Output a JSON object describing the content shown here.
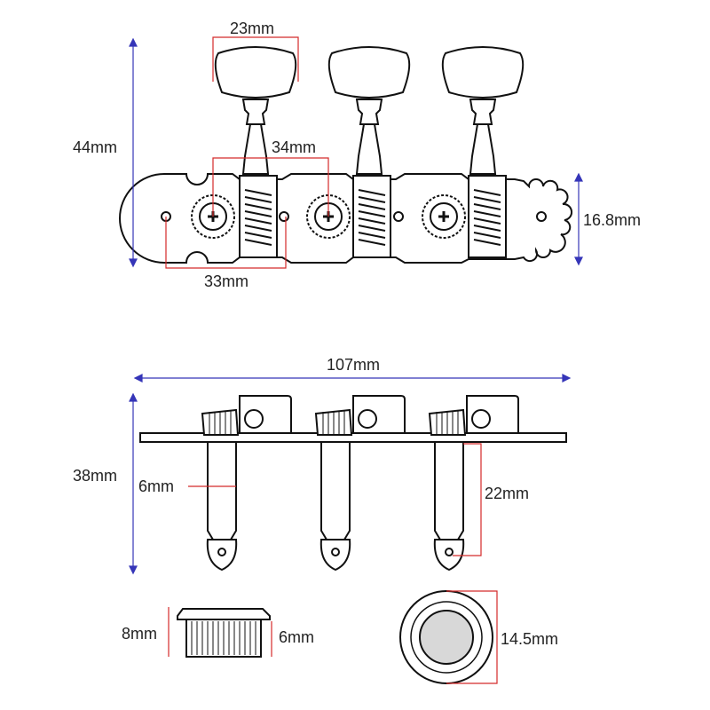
{
  "labels": {
    "knob_width": "23mm",
    "total_height": "44mm",
    "post_spacing": "34mm",
    "hole_spacing": "33mm",
    "plate_height": "16.8mm",
    "total_length": "107mm",
    "side_height": "38mm",
    "post_diameter": "6mm",
    "post_length": "22mm",
    "bushing_height": "8mm",
    "bushing_diameter": "6mm",
    "button_diameter": "14.5mm"
  },
  "colors": {
    "red_dim": "#d42a2a",
    "blue_dim": "#3535b8",
    "outline": "#111111",
    "fill": "#ffffff",
    "inner_disc": "#d8d8d8"
  }
}
